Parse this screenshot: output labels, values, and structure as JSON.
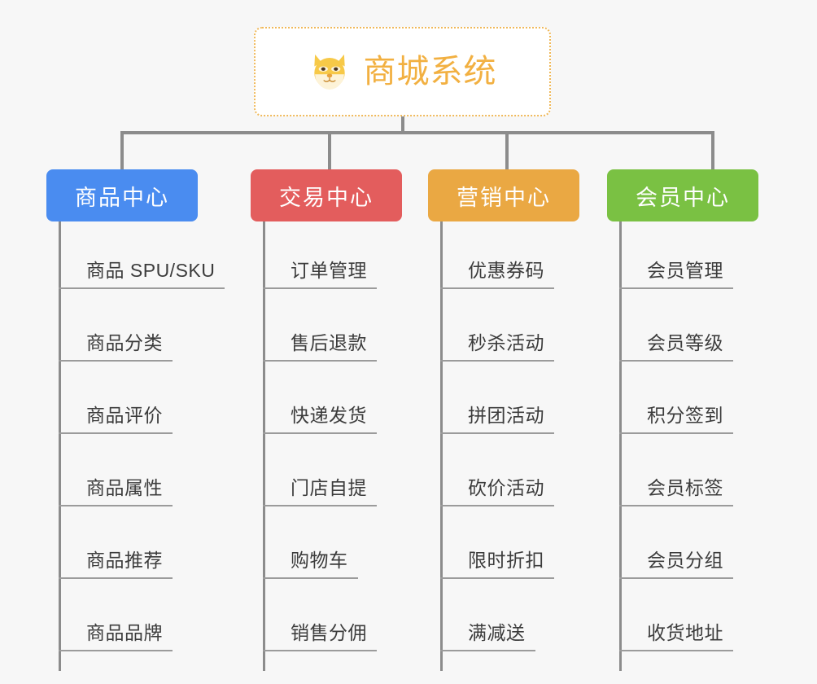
{
  "background_color": "#f7f7f7",
  "root": {
    "title": "商城系统",
    "logo_icon": "shiba-dog-face-icon",
    "title_color": "#f2b041",
    "border_color": "#f0b95a"
  },
  "branches": [
    {
      "title": "商品中心",
      "color": "#4a8cf0",
      "items": [
        "商品 SPU/SKU",
        "商品分类",
        "商品评价",
        "商品属性",
        "商品推荐",
        "商品品牌"
      ]
    },
    {
      "title": "交易中心",
      "color": "#e35d5d",
      "items": [
        "订单管理",
        "售后退款",
        "快递发货",
        "门店自提",
        "购物车",
        "销售分佣"
      ]
    },
    {
      "title": "营销中心",
      "color": "#eaa843",
      "items": [
        "优惠券码",
        "秒杀活动",
        "拼团活动",
        "砍价活动",
        "限时折扣",
        "满减送"
      ]
    },
    {
      "title": "会员中心",
      "color": "#7ac143",
      "items": [
        "会员管理",
        "会员等级",
        "积分签到",
        "会员标签",
        "会员分组",
        "收货地址"
      ]
    }
  ],
  "connector_color": "#8c8c8c",
  "leaf_underline_color": "#9b9b9b",
  "leaf_text_color": "#3c3c3c"
}
